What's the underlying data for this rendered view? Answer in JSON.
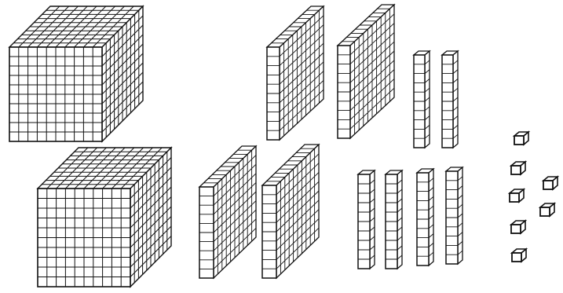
{
  "figure": {
    "kind": "base-ten-blocks",
    "line_color": "#111111",
    "face_color": "#ffffff",
    "groups": [
      {
        "name": "thousand-cubes",
        "count": 2,
        "icon": "thousand-cube-icon"
      },
      {
        "name": "hundred-flats",
        "count": 4,
        "icon": "hundred-flat-icon"
      },
      {
        "name": "ten-rods",
        "count": 6,
        "icon": "ten-rod-icon"
      },
      {
        "name": "unit-cubes",
        "count": 7,
        "icon": "unit-cube-icon"
      }
    ]
  }
}
